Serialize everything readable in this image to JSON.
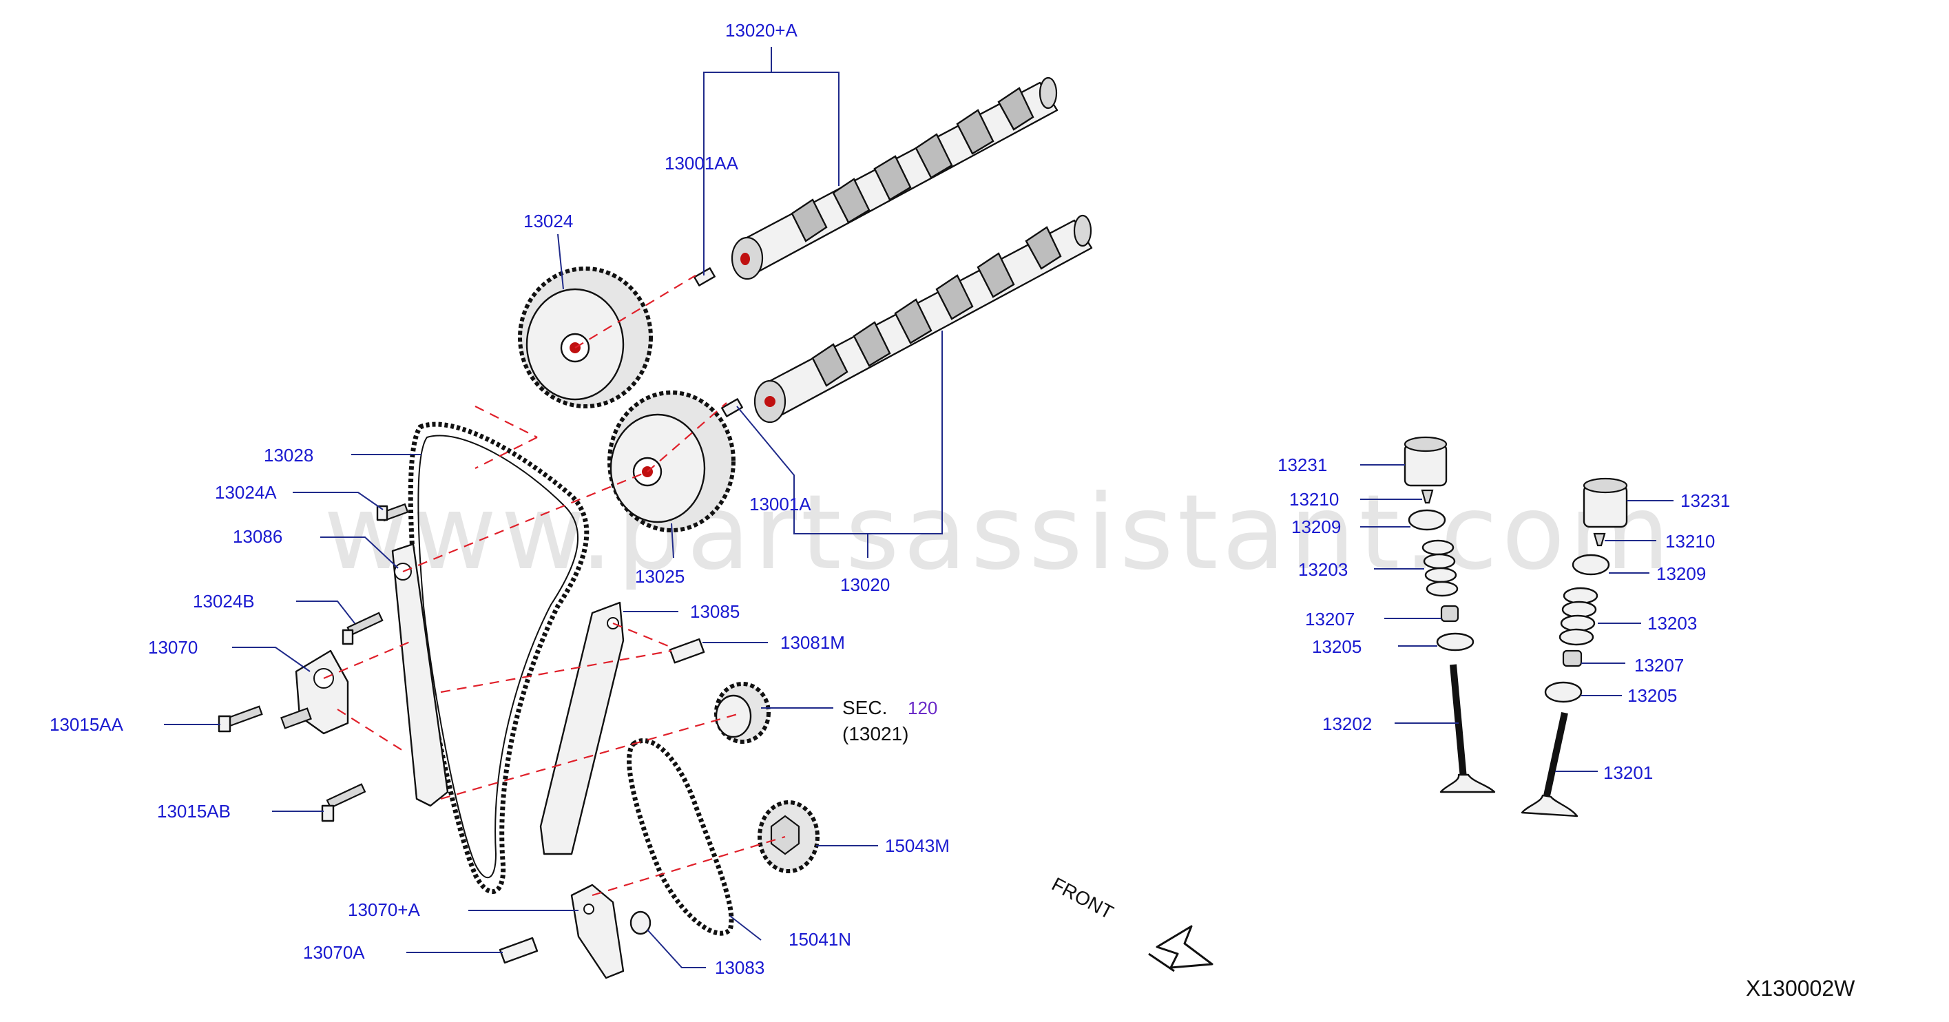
{
  "watermark": "www.partsassistant.com",
  "diagram_code": "X130002W",
  "front_label": "FRONT",
  "sec_ref": {
    "prefix": "SEC.",
    "number": "120",
    "sub": "(13021)"
  },
  "colors": {
    "label": "#1a1ad0",
    "leader": "#1f2a8a",
    "centerline": "#e0202a",
    "part_outline": "#111111"
  },
  "labels": {
    "p13020A": "13020+A",
    "p13001AA": "13001AA",
    "p13024": "13024",
    "p13028": "13028",
    "p13024A": "13024A",
    "p13086": "13086",
    "p13024B": "13024B",
    "p13070": "13070",
    "p13015AA": "13015AA",
    "p13015AB": "13015AB",
    "p13001A": "13001A",
    "p13025": "13025",
    "p13020": "13020",
    "p13085": "13085",
    "p13081M": "13081M",
    "p15043M": "15043M",
    "p13070A_plus": "13070+A",
    "p13070A": "13070A",
    "p15041N": "15041N",
    "p13083": "13083",
    "p13231_left": "13231",
    "p13210_left": "13210",
    "p13209_left": "13209",
    "p13203_left": "13203",
    "p13207_left": "13207",
    "p13205_left": "13205",
    "p13202": "13202",
    "p13231_right": "13231",
    "p13210_right": "13210",
    "p13209_right": "13209",
    "p13203_right": "13203",
    "p13207_right": "13207",
    "p13205_right": "13205",
    "p13201": "13201"
  },
  "icons": {
    "front_arrow": "front-direction-arrow-icon"
  }
}
